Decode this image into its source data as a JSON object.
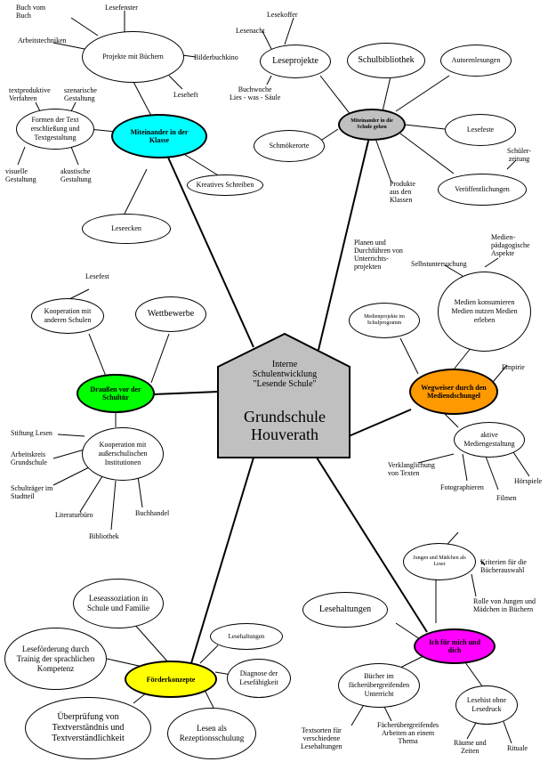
{
  "center": {
    "subtitle_line1": "Interne",
    "subtitle_line2": "Schulentwicklung",
    "subtitle_line3": "\"Lesende Schule\"",
    "title_line1": "Grundschule",
    "title_line2": "Houverath"
  },
  "colors": {
    "center_fill": "#c0c0c0",
    "hub_cyan": "#00ffff",
    "hub_grey": "#c0c0c0",
    "hub_green": "#00ff00",
    "hub_orange": "#ff9900",
    "hub_yellow": "#ffff00",
    "hub_magenta": "#ff00ff"
  },
  "hubs": {
    "miteinander_klasse": "Miteinander in der Klasse",
    "miteinander_schule": "Miteinander in die Schule gehen",
    "draussen": "Draußen vor der Schultür",
    "wegweiser": "Wegweiser durch den Mediendschungel",
    "foerderkonzepte": "Förderkonzepte",
    "ich_fuer_mich": "Ich für mich und dich"
  },
  "nodes": {
    "projekte_buechern": "Projekte mit Büchern",
    "formen_text": "Formen der Text erschließung und Textgestaltung",
    "kreatives_schreiben": "Kreatives Schreiben",
    "leseecken": "Leseecken",
    "leseprojekte": "Leseprojekte",
    "schulbibliothek": "Schulbibliothek",
    "autorenlesungen": "Autorenlesungen",
    "lesefeste": "Lesefeste",
    "schmoekerorte": "Schmökerorte",
    "veroeffentlichungen": "Veröffentlichungen",
    "kooperation_schulen": "Kooperation mit anderen Schulen",
    "wettbewerbe": "Wettbewerbe",
    "kooperation_ausserschulisch": "Kooperation mit außerschulischen Institutionen",
    "medienprojekte": "Medienprojekte im Schulprogramm",
    "medien_konsumieren": "Medien konsumieren Medien nutzen Medien erleben",
    "aktive_medien": "aktive Mediengestaltung",
    "leseassoziation": "Leseassoziation in Schule und Familie",
    "lesefoerderung": "Leseförderung durch Trainig der sprachlichen Kompetenz",
    "lesehaltungen_small": "Lesehaltungen",
    "diagnose": "Diagnose der Lesefähigkeit",
    "ueberpruefung": "Überprüfung von Textverständnis und Textverständlichkeit",
    "lesen_rezeption": "Lesen als Rezeptionsschulung",
    "jungen_maedchen": "Jungen und Mädchen als Leser",
    "lesehaltungen_big": "Lesehaltungen",
    "buecher_faecher": "Bücher im fächerübergreifenden Unterricht",
    "lesehilfe": "Lesehist ohne Lesedruck"
  },
  "labels": {
    "buch_vom_buch": "Buch vom\nBuch",
    "lesefenster": "Lesefenster",
    "arbeitstechniken": "Arbeitstechniken",
    "bilderbuchkino": "Bilderbuchkino",
    "leseheft": "Leseheft",
    "textproduktive": "textproduktive\nVerfahren",
    "szenarische": "szenarische\nGestaltung",
    "visuelle": "visuelle\nGestaltung",
    "akustische": "akustische\nGestaltung",
    "lesekoffer": "Lesekoffer",
    "lesenacht": "Lesenacht",
    "buchwoche": "Buchwoche\nLies - was - Säule",
    "schuelerzeitung": "Schüler-\nzeitung",
    "produkte": "Produkte\naus den\nKlassen",
    "planen": "Planen und\nDurchführen von\nUnterrichts-\nprojekten",
    "lesefest": "Lesefest",
    "stiftung": "Stiftung Lesen",
    "arbeitskreis": "Arbeitskreis\nGrundschule",
    "schultraeger": "Schulträger im\nStadtteil",
    "literaturbuero": "Literaturbüro",
    "bibliothek": "Bibliothek",
    "buchhandel": "Buchhandel",
    "selbstuntersuchung": "Selbstuntersuchung",
    "medienpaedagogische": "Medien-\npädagogische\nAspekte",
    "empirie": "Empirie",
    "verklanglichung": "Verklanglichung\nvon Texten",
    "fotographieren": "Fotographieren",
    "filmen": "Filmen",
    "hoerspiele": "Hörspiele",
    "kriterien": "Kriterien für die\nBücherauswahl",
    "rolle": "Rolle von Jungen und\nMädchen in Büchern",
    "textsorten": "Textsorten für\nverschiedene\nLesehaltungen",
    "faecheruebergreifend": "Fächerübergreifendes\nArbeiten an einem\nThema",
    "raeume": "Räume und\nZeiten",
    "rituale": "Rituale"
  }
}
